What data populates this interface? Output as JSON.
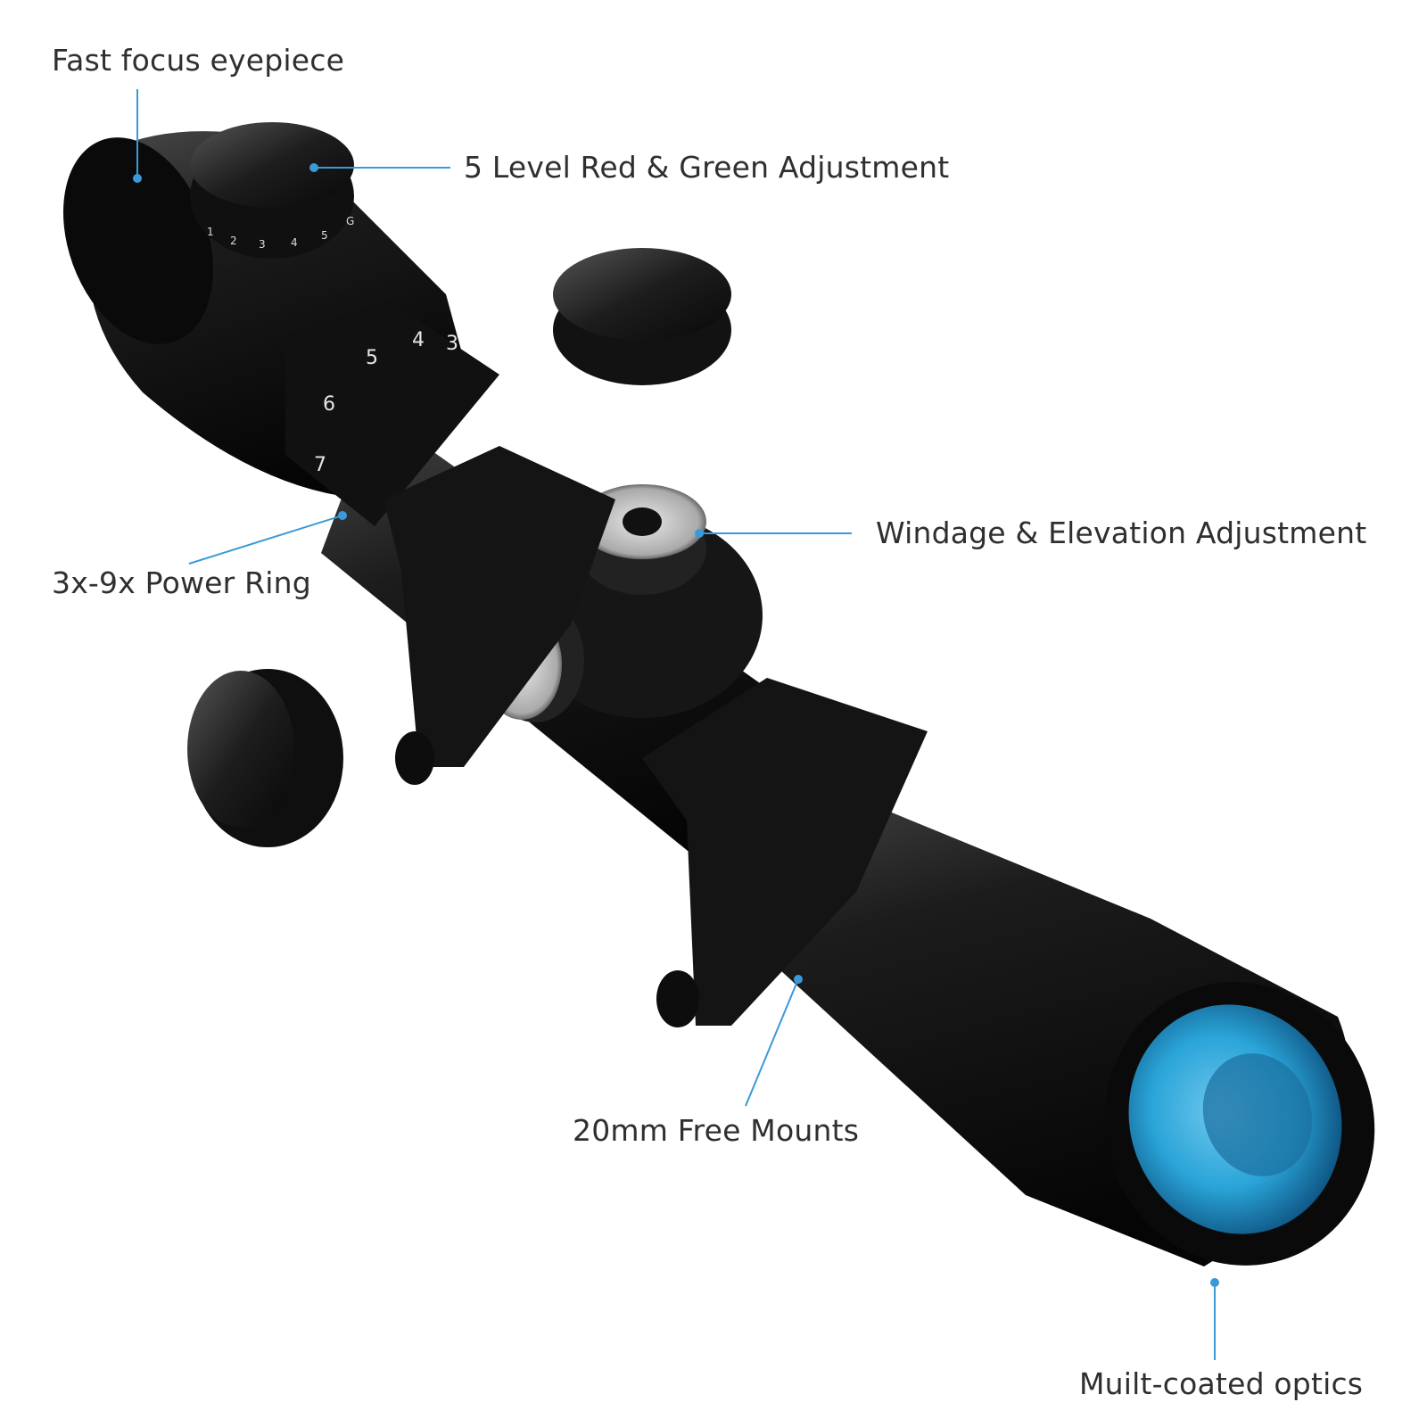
{
  "callouts": {
    "eyepiece": "Fast focus eyepiece",
    "illumination": "5 Level Red & Green Adjustment",
    "windage_elevation": "Windage & Elevation Adjustment",
    "power_ring": "3x-9x Power Ring",
    "mounts": "20mm Free Mounts",
    "optics": "Muilt-coated optics"
  },
  "dial": {
    "illum_marks": [
      "1",
      "2",
      "3",
      "4",
      "5",
      "G"
    ],
    "power_marks": [
      "3",
      "4",
      "5",
      "6",
      "7"
    ]
  },
  "colors": {
    "leader_line": "#3a9ad9",
    "lens_blue": "#2aa4d8",
    "label_text": "#2f2f2f"
  }
}
